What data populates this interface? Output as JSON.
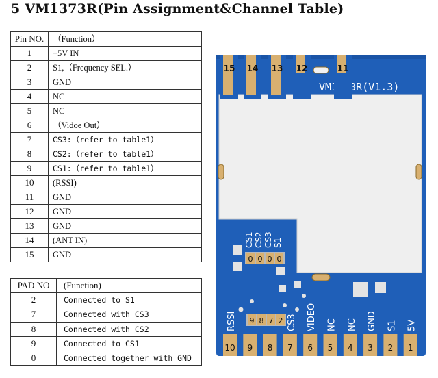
{
  "title": "5 VM1373R(Pin Assignment&Channel Table)",
  "pin_table": {
    "header": {
      "col1": "Pin NO.",
      "col2": "（Function）"
    },
    "rows": [
      {
        "num": "1",
        "fn": "+5V IN"
      },
      {
        "num": "2",
        "fn": "S1,（Frequency SEL.）"
      },
      {
        "num": "3",
        "fn": "GND"
      },
      {
        "num": "4",
        "fn": "NC"
      },
      {
        "num": "5",
        "fn": "NC"
      },
      {
        "num": "6",
        "fn": "（Vidoe Out）"
      },
      {
        "num": "7",
        "fn": "CS3:（refer to table1）"
      },
      {
        "num": "8",
        "fn": "CS2:（refer to table1）"
      },
      {
        "num": "9",
        "fn": "CS1:（refer to table1）"
      },
      {
        "num": "10",
        "fn": "(RSSI)"
      },
      {
        "num": "11",
        "fn": "GND"
      },
      {
        "num": "12",
        "fn": "GND"
      },
      {
        "num": "13",
        "fn": "GND"
      },
      {
        "num": "14",
        "fn": "(ANT IN)"
      },
      {
        "num": "15",
        "fn": "GND"
      }
    ]
  },
  "pad_table": {
    "header": {
      "col1": "PAD NO",
      "col2": "(Function)"
    },
    "rows": [
      {
        "num": "2",
        "fn": "Connected to S1"
      },
      {
        "num": "7",
        "fn": "Connected with CS3"
      },
      {
        "num": "8",
        "fn": "Connected with CS2"
      },
      {
        "num": "9",
        "fn": "Connected to CS1"
      },
      {
        "num": "0",
        "fn": "Connected together with GND"
      }
    ]
  },
  "board": {
    "model_label": "VM1373R(V1.3)",
    "top_pins": [
      "15",
      "14",
      "13",
      "12",
      "11"
    ],
    "bottom_pins": [
      "10",
      "9",
      "8",
      "7",
      "6",
      "5",
      "4",
      "3",
      "2",
      "1"
    ],
    "bottom_labels": [
      "RSSI",
      "",
      "",
      "CS3",
      "VIDEO",
      "NC",
      "NC",
      "GND",
      "S1",
      "5V"
    ],
    "switch_labels": [
      "CS1",
      "CS2",
      "CS3",
      "S1"
    ],
    "switch_values": [
      "0",
      "0",
      "0",
      "0"
    ],
    "pad_labels": [
      "9",
      "8",
      "7",
      "2"
    ],
    "colors": {
      "pcb": "#1f5fb8",
      "shield": "#efefef",
      "gold": "#d8b070",
      "pad": "#e3e3e3"
    }
  }
}
